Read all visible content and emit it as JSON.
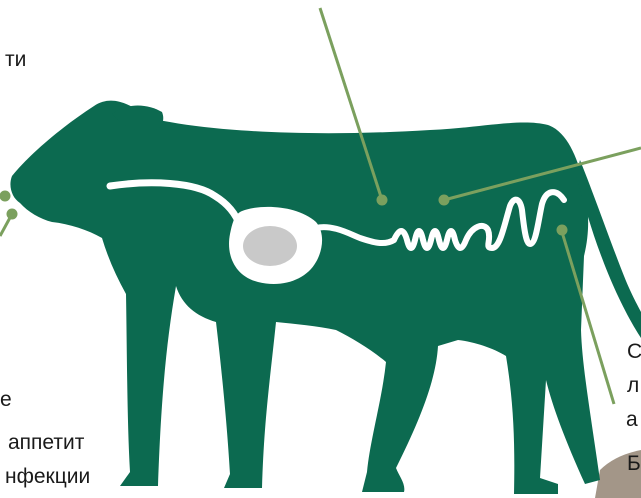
{
  "colors": {
    "cow_body": "#0c6a50",
    "pointer_line": "#7ba05e",
    "digestive_tract": "#ffffff",
    "stomach_inner": "#c9c9c9",
    "background_patch": "#a39688",
    "label_text": "#1a1a1a"
  },
  "labels": {
    "top_left": "ти",
    "bottom_left_1": "е",
    "bottom_left_2": "аппетит",
    "bottom_left_3": "нфекции",
    "right_1": "С",
    "right_2": "л",
    "right_3": "а",
    "right_4": "Б"
  }
}
